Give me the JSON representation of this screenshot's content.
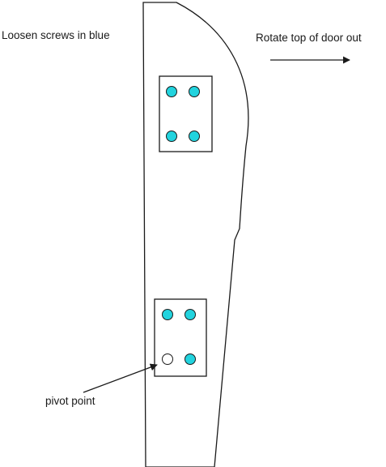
{
  "labels": {
    "loosen": "Loosen screws in blue",
    "rotate": "Rotate top of door out",
    "pivot": "pivot point"
  },
  "colors": {
    "screw_loose": "#22d3de",
    "screw_pivot": "#ffffff",
    "outline": "#1a1a1a",
    "background": "#ffffff"
  }
}
